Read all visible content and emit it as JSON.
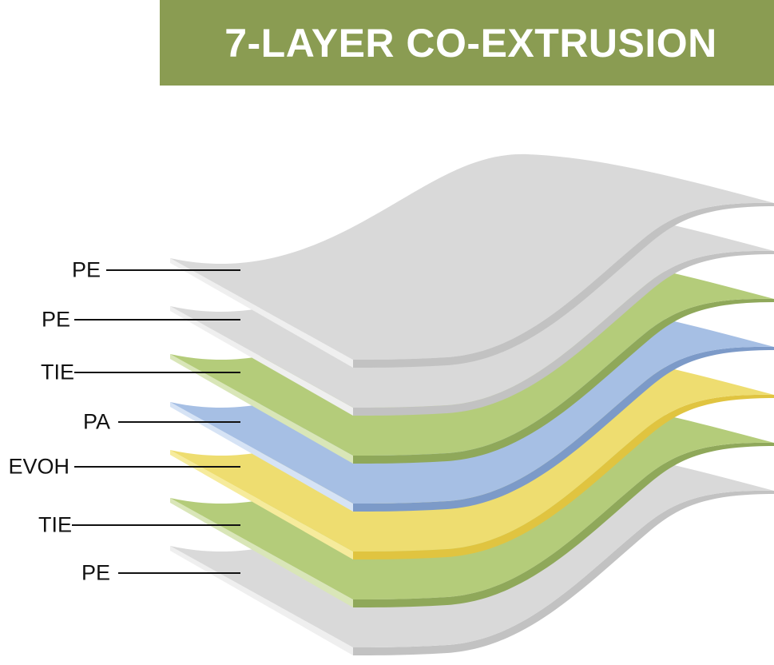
{
  "banner": {
    "title": "7-LAYER CO-EXTRUSION",
    "color": "#8a9c52"
  },
  "layers": [
    {
      "label": "PE",
      "top": "#d9d9d9",
      "side": "#c2c2c2",
      "edge": "#efefef"
    },
    {
      "label": "PE",
      "top": "#d9d9d9",
      "side": "#c2c2c2",
      "edge": "#efefef"
    },
    {
      "label": "TIE",
      "top": "#b4cc7a",
      "side": "#8fa85a",
      "edge": "#d9e6b8"
    },
    {
      "label": "PA",
      "top": "#a6bfe4",
      "side": "#7c9ac8",
      "edge": "#d6e3f5"
    },
    {
      "label": "EVOH",
      "top": "#eedd70",
      "side": "#e0c440",
      "edge": "#f6eb9c"
    },
    {
      "label": "TIE",
      "top": "#b4cc7a",
      "side": "#8fa85a",
      "edge": "#d9e6b8"
    },
    {
      "label": "PE",
      "top": "#d9d9d9",
      "side": "#c2c2c2",
      "edge": "#efefef"
    }
  ]
}
